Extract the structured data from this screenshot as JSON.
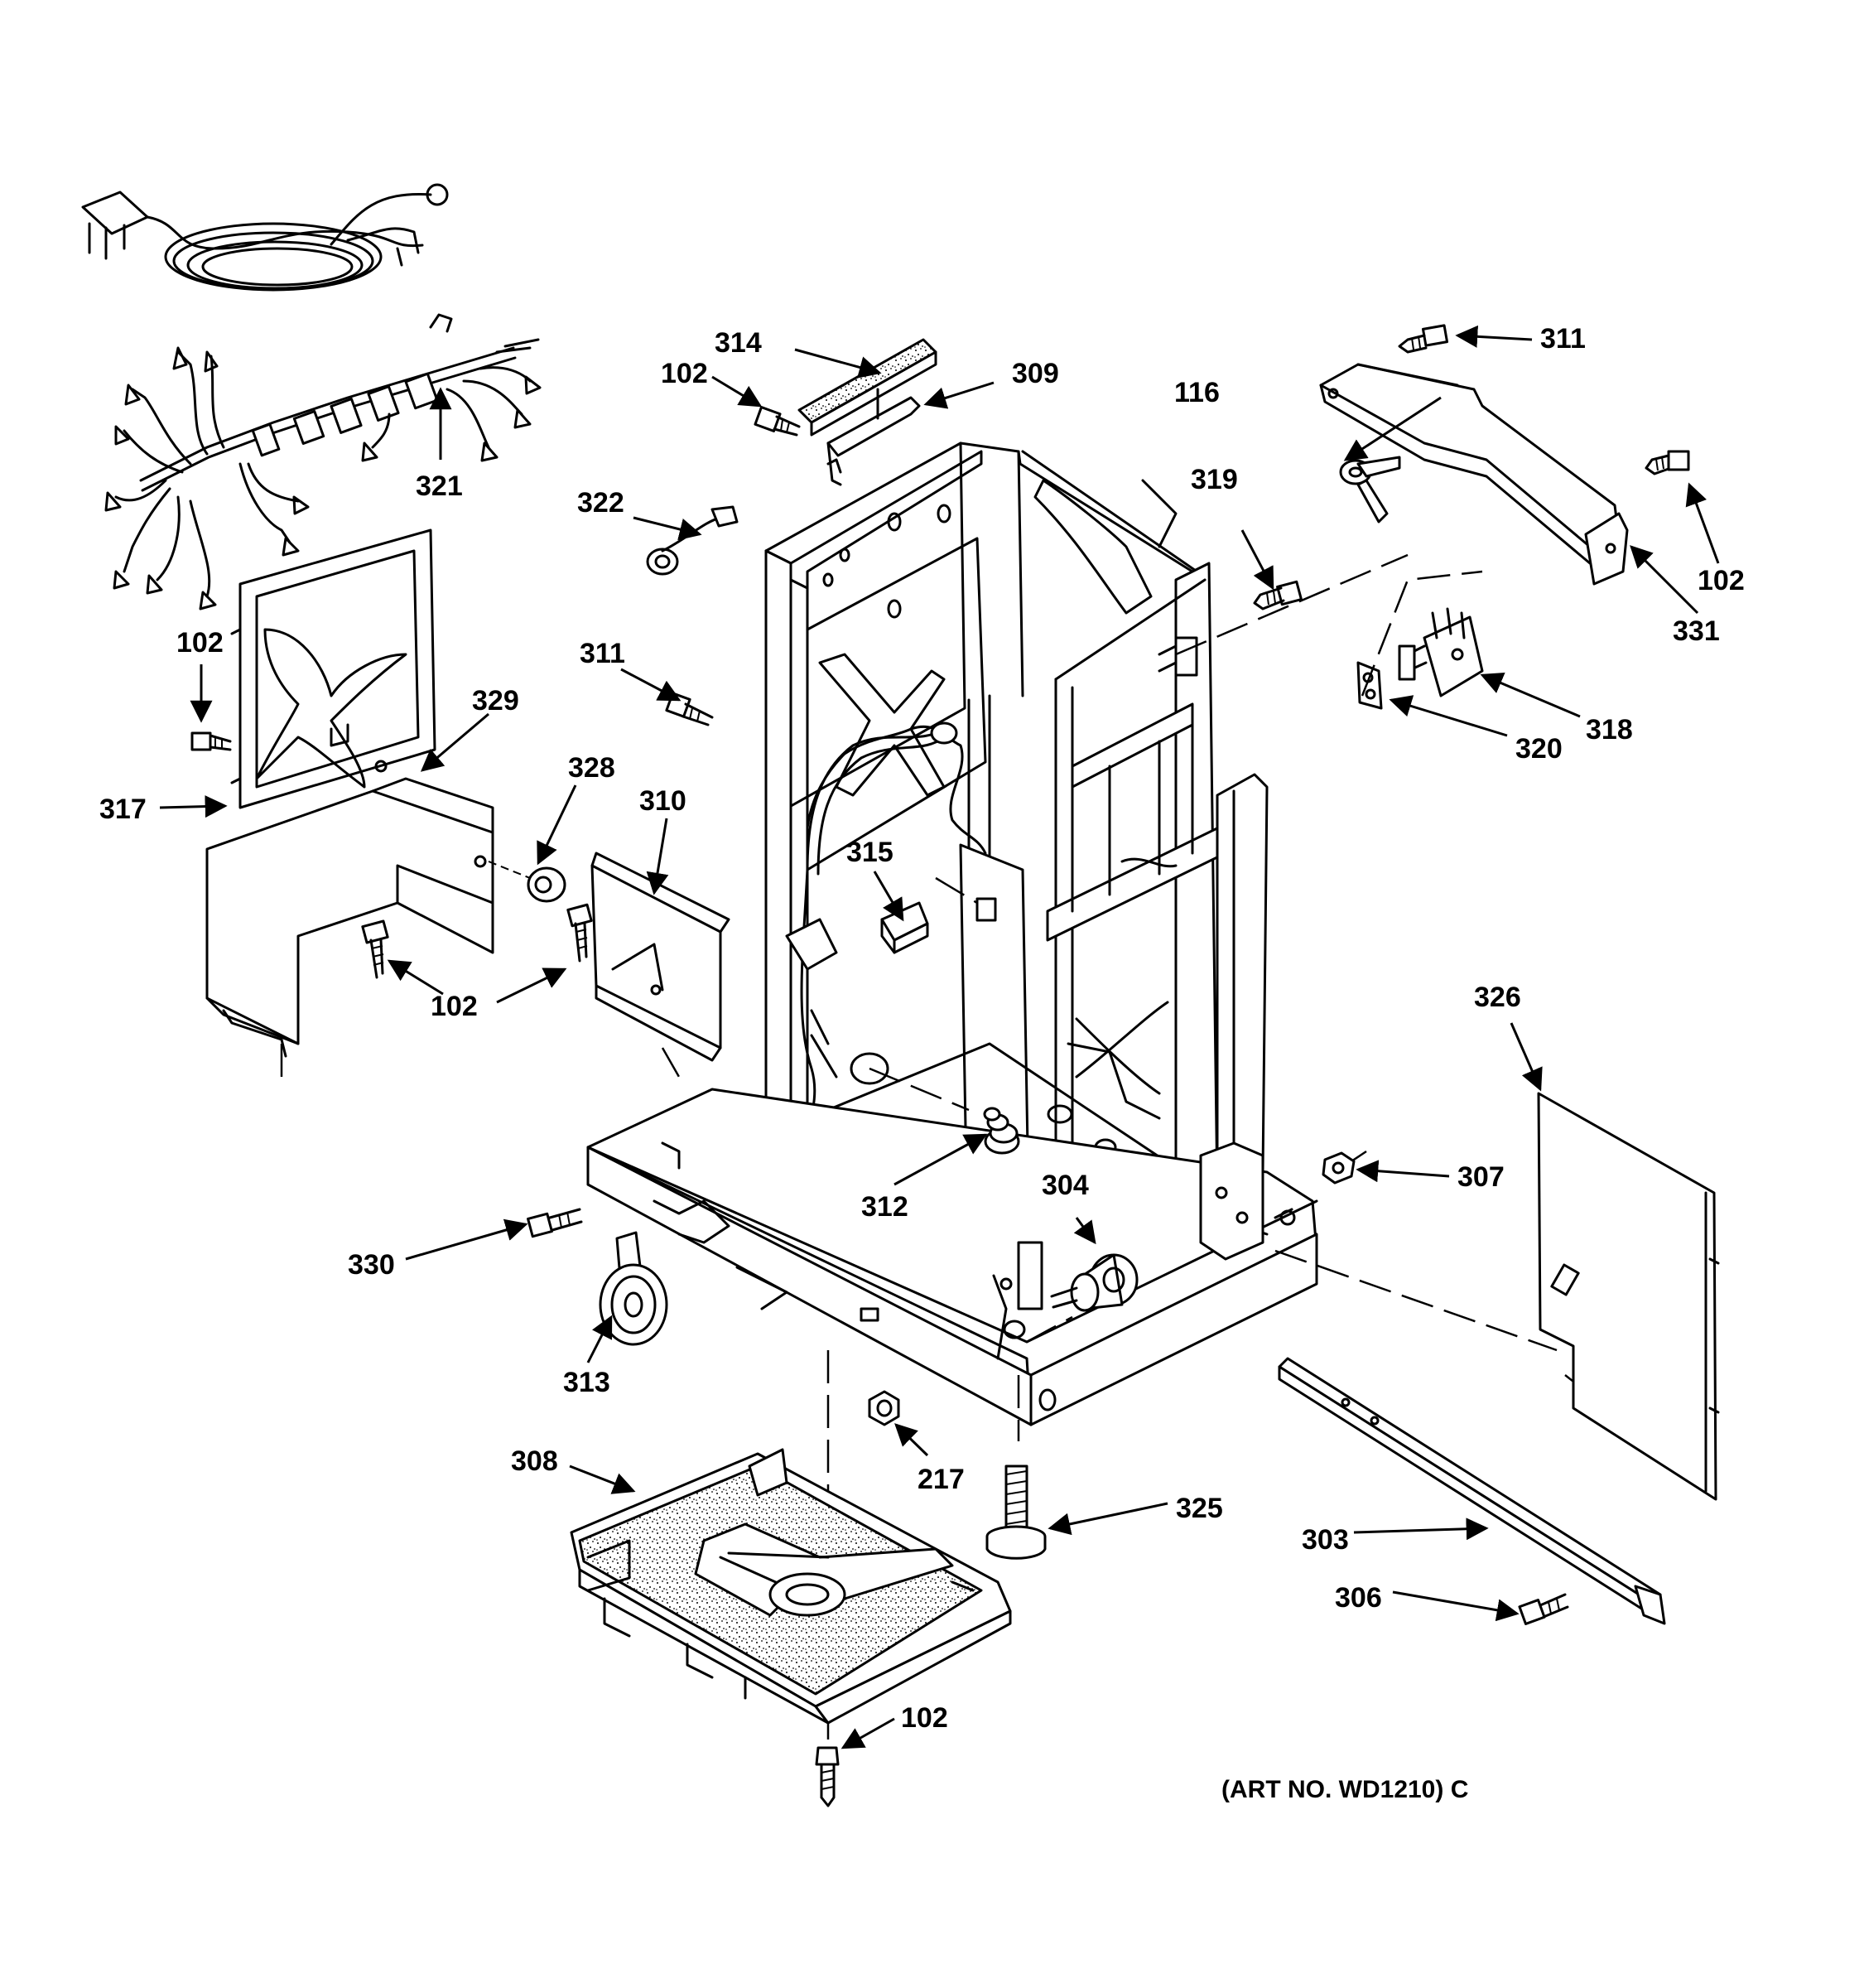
{
  "diagram": {
    "caption": "(ART NO. WD1210) C",
    "callouts": [
      {
        "id": "c314",
        "text": "314"
      },
      {
        "id": "c102a",
        "text": "102"
      },
      {
        "id": "c309",
        "text": "309"
      },
      {
        "id": "c311a",
        "text": "311"
      },
      {
        "id": "c116",
        "text": "116"
      },
      {
        "id": "c102b",
        "text": "102"
      },
      {
        "id": "c331",
        "text": "331"
      },
      {
        "id": "c319",
        "text": "319"
      },
      {
        "id": "c318",
        "text": "318"
      },
      {
        "id": "c320",
        "text": "320"
      },
      {
        "id": "c321",
        "text": "321"
      },
      {
        "id": "c322",
        "text": "322"
      },
      {
        "id": "c102c",
        "text": "102"
      },
      {
        "id": "c329",
        "text": "329"
      },
      {
        "id": "c311b",
        "text": "311"
      },
      {
        "id": "c317",
        "text": "317"
      },
      {
        "id": "c328",
        "text": "328"
      },
      {
        "id": "c310",
        "text": "310"
      },
      {
        "id": "c315",
        "text": "315"
      },
      {
        "id": "c102d",
        "text": "102"
      },
      {
        "id": "c326",
        "text": "326"
      },
      {
        "id": "c312",
        "text": "312"
      },
      {
        "id": "c304",
        "text": "304"
      },
      {
        "id": "c307",
        "text": "307"
      },
      {
        "id": "c330",
        "text": "330"
      },
      {
        "id": "c313",
        "text": "313"
      },
      {
        "id": "c308",
        "text": "308"
      },
      {
        "id": "c217",
        "text": "217"
      },
      {
        "id": "c325",
        "text": "325"
      },
      {
        "id": "c303",
        "text": "303"
      },
      {
        "id": "c306",
        "text": "306"
      },
      {
        "id": "c102e",
        "text": "102"
      }
    ]
  }
}
